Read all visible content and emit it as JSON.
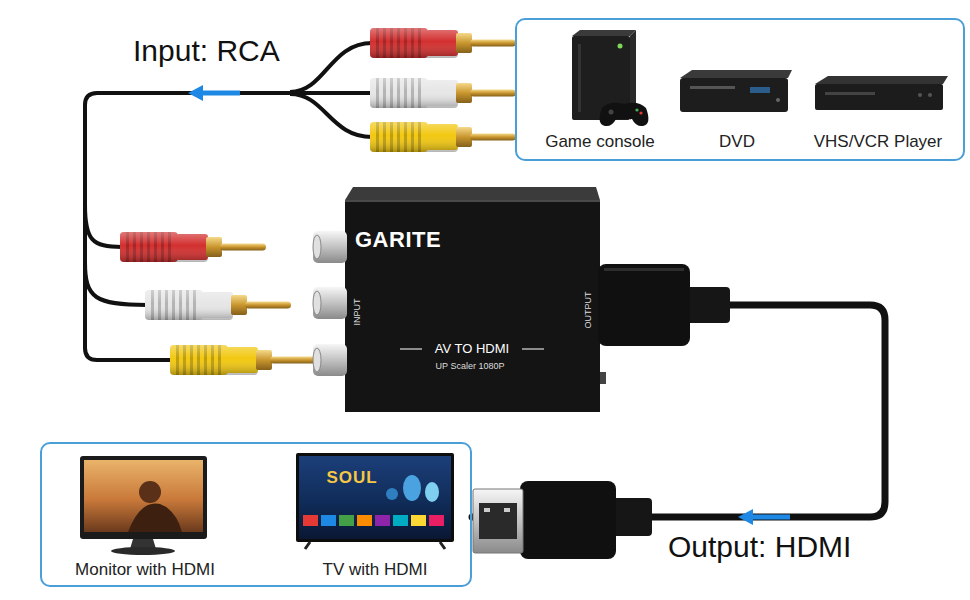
{
  "diagram": {
    "nodes": [
      {
        "text": [
          "Game console",
          "DVD",
          "VHS/VCR Player"
        ]
      },
      {
        "text": [
          "GARITE",
          "INPUT",
          "OUTPUT",
          "AV TO HDMI",
          "UP Scaler 1080P"
        ]
      },
      {
        "text": [
          "Monitor with HDMI",
          "TV with HDMI"
        ]
      }
    ],
    "edges": [
      {
        "from": 0,
        "to": 1,
        "arrow": "to",
        "label": "Input: RCA"
      },
      {
        "from": 1,
        "to": 2,
        "arrow": "to",
        "label": "Output: HDMI"
      }
    ],
    "labels": [
      "SOUL"
    ]
  }
}
